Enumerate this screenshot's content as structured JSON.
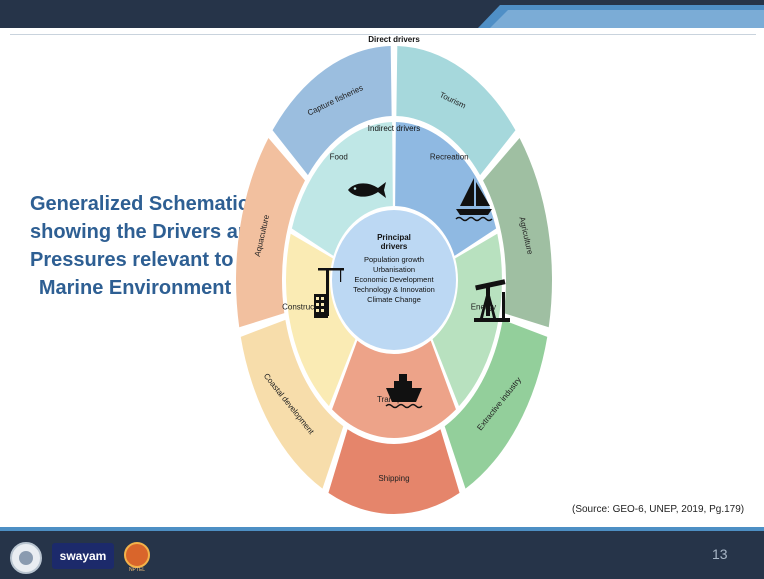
{
  "slide": {
    "title_lines": [
      "Generalized Schematic",
      "showing the Drivers and",
      "Pressures relevant to the",
      "Marine Environment"
    ],
    "source": "(Source: GEO-6, UNEP, 2019, Pg.179)",
    "page_number": "13",
    "logo_text": "swayam",
    "logo_small_text": "NPTEL"
  },
  "diagram": {
    "outer_label": "Direct drivers",
    "middle_label": "Indirect drivers",
    "center_title": [
      "Principal",
      "drivers"
    ],
    "center_items": [
      "Population growth",
      "Urbanisation",
      "Economic Development",
      "Technology & Innovation",
      "Climate Change"
    ],
    "outer_segments": [
      {
        "label": "Tourism",
        "color": "#a6d8dc"
      },
      {
        "label": "Agriculture",
        "color": "#9fbfa2"
      },
      {
        "label": "Extractive industry",
        "color": "#93cf9b"
      },
      {
        "label": "Shipping",
        "color": "#e5856b"
      },
      {
        "label": "Coastal development",
        "color": "#f7ddab"
      },
      {
        "label": "Aquaculture",
        "color": "#f2c09f"
      },
      {
        "label": "Capture fisheries",
        "color": "#9bbedf"
      }
    ],
    "inner_segments": [
      {
        "label": "Recreation",
        "color": "#8fb9e2",
        "icon": "sailboat-icon"
      },
      {
        "label": "Energy",
        "color": "#b8e1bf",
        "icon": "oil-pump-icon"
      },
      {
        "label": "Transport",
        "color": "#eda389",
        "icon": "ship-icon"
      },
      {
        "label": "Construction",
        "color": "#faebb4",
        "icon": "crane-building-icon"
      },
      {
        "label": "Food",
        "color": "#bfe7e6",
        "icon": "fish-icon"
      }
    ],
    "center_color": "#bcd8f3"
  }
}
